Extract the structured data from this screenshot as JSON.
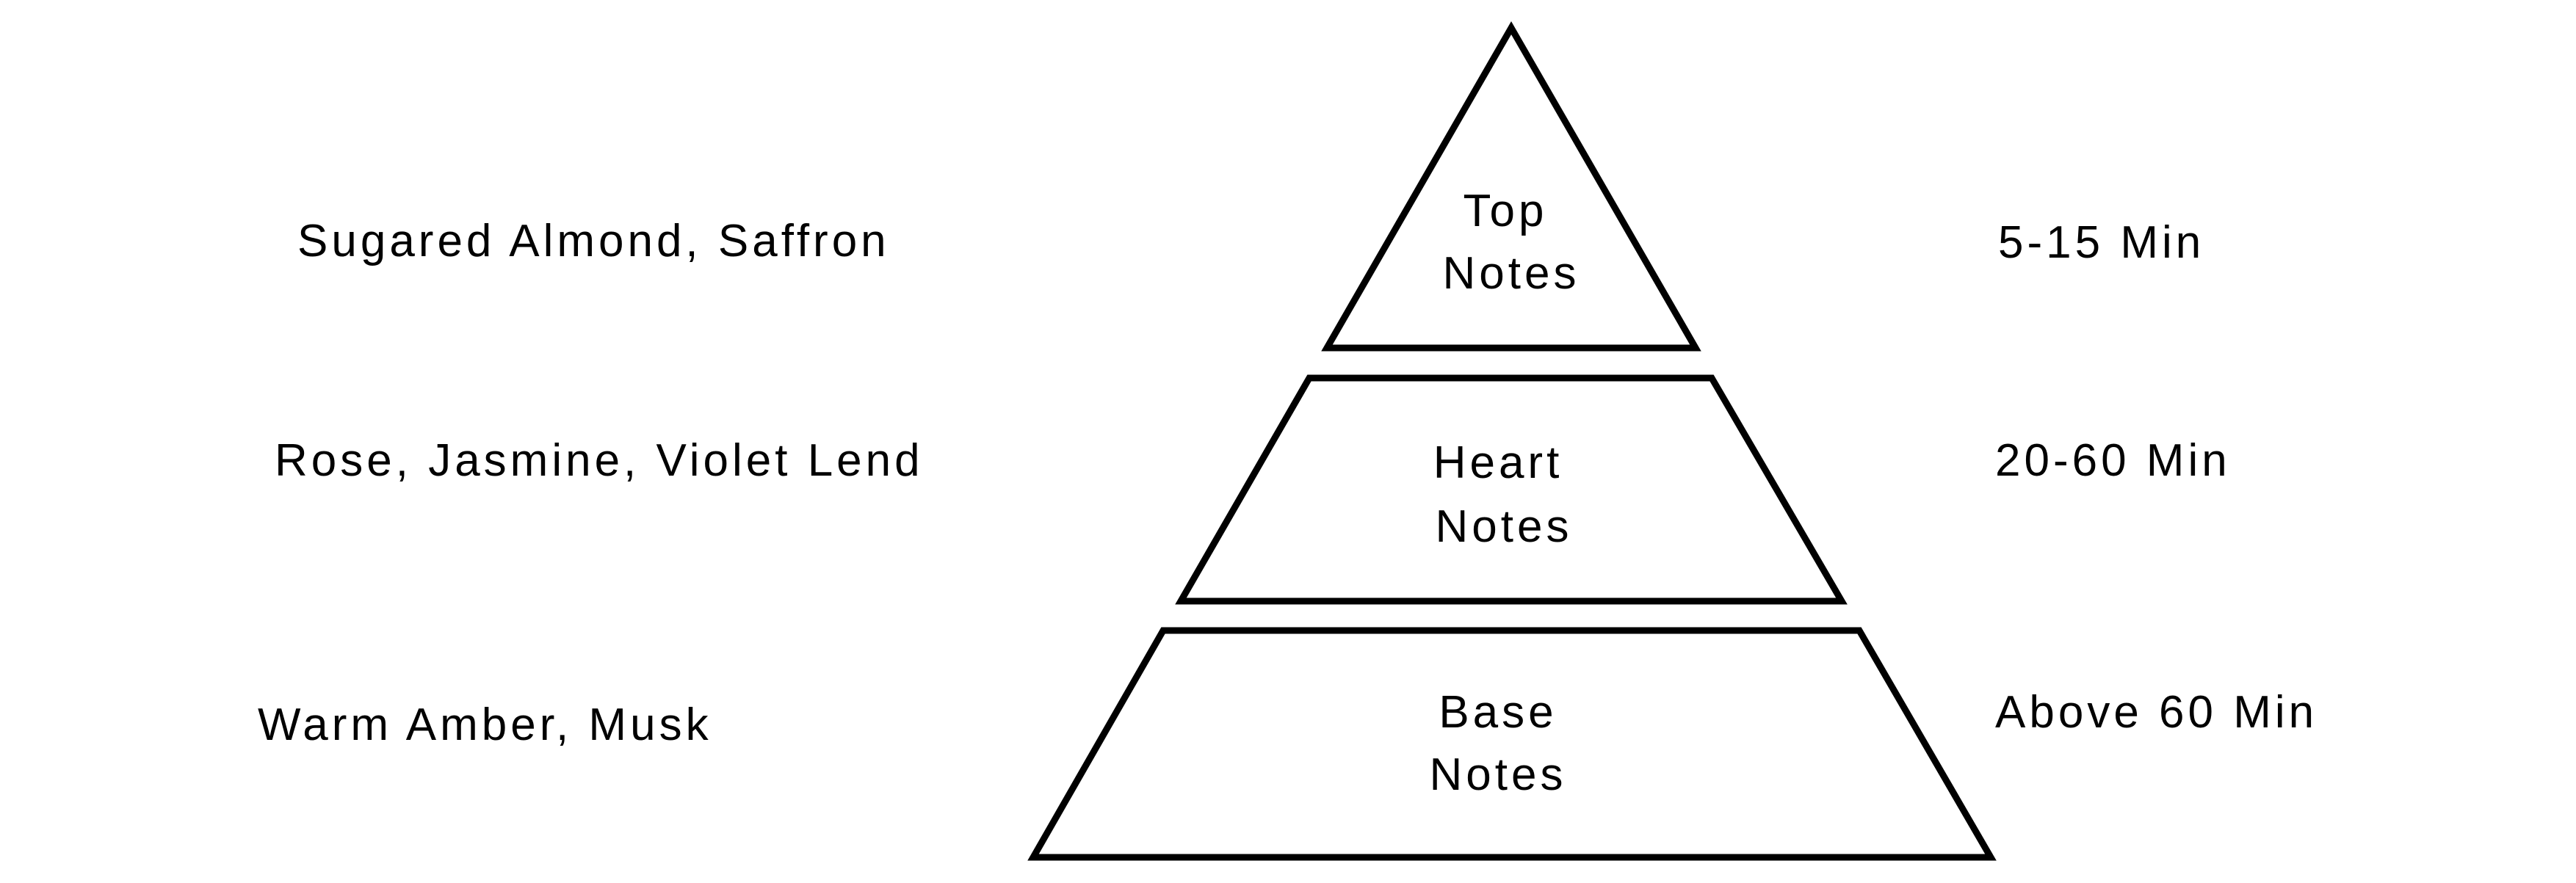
{
  "pyramid": {
    "tiers": [
      {
        "name_line1": "Top",
        "name_line2": "Notes",
        "ingredients": "Sugared Almond, Saffron",
        "duration": "5-15 Min"
      },
      {
        "name_line1": "Heart",
        "name_line2": "Notes",
        "ingredients": "Rose, Jasmine, Violet Lend",
        "duration": "20-60 Min"
      },
      {
        "name_line1": "Base",
        "name_line2": "Notes",
        "ingredients": "Warm Amber, Musk",
        "duration": "Above 60 Min"
      }
    ]
  }
}
